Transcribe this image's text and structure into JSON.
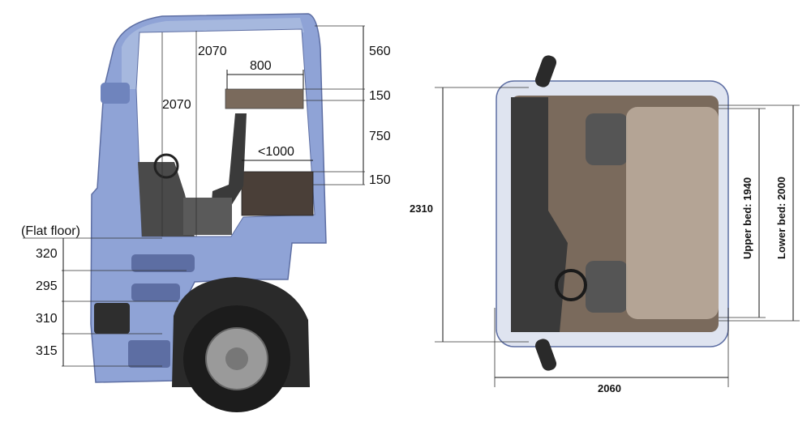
{
  "side_view": {
    "interior_height_a": "2070",
    "interior_height_b": "2070",
    "upper_bed_width": "800",
    "lower_bed_width": "<1000",
    "roof_to_upper_bed": "560",
    "upper_bed_thickness": "150",
    "between_beds": "750",
    "lower_bed_thickness": "150",
    "flat_floor_label": "(Flat floor)",
    "step_1": "320",
    "step_2": "295",
    "step_3": "310",
    "step_4": "315"
  },
  "top_view": {
    "cab_length": "2310",
    "cab_width": "2060",
    "upper_bed_length": "Upper bed: 1940",
    "lower_bed_length": "Lower bed: 2000"
  },
  "colors": {
    "cab_blue": "#8fa3d6",
    "cab_blue_dark": "#6f84bd",
    "interior_dark": "#3a3a3a",
    "floor_brown": "#7a6a5c",
    "bed_beige": "#b9a99a"
  }
}
